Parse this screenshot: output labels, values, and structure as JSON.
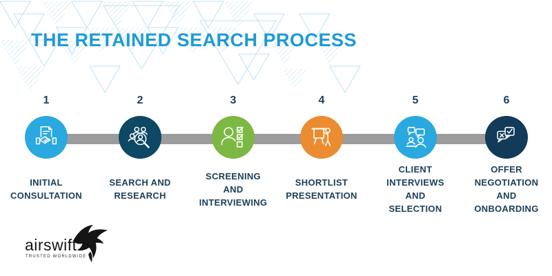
{
  "page": {
    "title": "THE RETAINED SEARCH PROCESS"
  },
  "palette": {
    "title_blue": "#1D9AD6",
    "timeline_gray": "#9C9C9C",
    "label_navy": "#1C4059",
    "pattern_light_blue": "#B9DDF3",
    "logo_black": "#151515"
  },
  "steps": [
    {
      "number": "1",
      "label": "INITIAL\nCONSULTATION",
      "color": "#2AA8E0",
      "icon": "handshake-document-icon"
    },
    {
      "number": "2",
      "label": "SEARCH AND\nRESEARCH",
      "color": "#0D4864",
      "icon": "people-magnifier-icon"
    },
    {
      "number": "3",
      "label": "SCREENING\nAND\nINTERVIEWING",
      "color": "#7CB844",
      "icon": "candidate-checklist-icon"
    },
    {
      "number": "4",
      "label": "SHORTLIST\nPRESENTATION",
      "color": "#EA8C2F",
      "icon": "presentation-board-icon"
    },
    {
      "number": "5",
      "label": "CLIENT\nINTERVIEWS\nAND\nSELECTION",
      "color": "#2AA8E0",
      "icon": "interview-chat-icon"
    },
    {
      "number": "6",
      "label": "OFFER\nNEGOTIATION\nAND\nONBOARDING",
      "color": "#113B58",
      "icon": "negotiation-bubbles-icon"
    }
  ],
  "logo": {
    "name": "airswift",
    "tagline": "TRUSTED WORLDWIDE"
  }
}
